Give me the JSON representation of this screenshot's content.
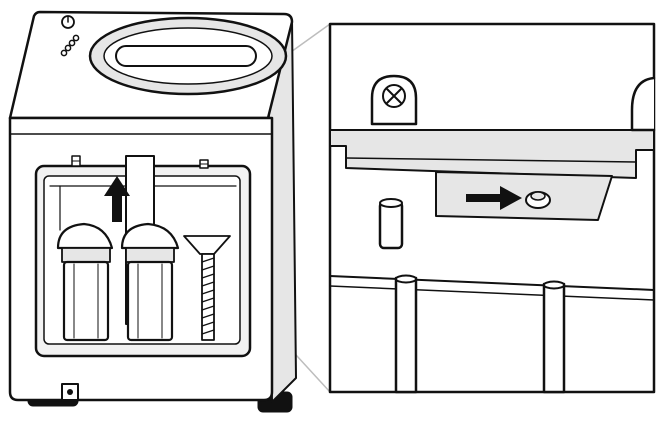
{
  "figure": {
    "device": {
      "indicator_dots": 4,
      "has_power_button": true,
      "has_lid_handle": true,
      "filter_cartridges": 2,
      "has_spring_hose": true,
      "has_bottom_port": true
    },
    "callout": {
      "has_screw_bracket": true,
      "has_push_arrow": true,
      "has_button": true,
      "has_peg": true,
      "rods": 2
    },
    "colors": {
      "line": "#111111",
      "gray_fill": "#e6e6e6",
      "light_fill": "#f2f2f2",
      "zoom_lines": "#bdbdbd"
    },
    "icons": [
      "power-icon",
      "up-arrow-icon",
      "right-arrow-icon",
      "screw-icon"
    ]
  }
}
